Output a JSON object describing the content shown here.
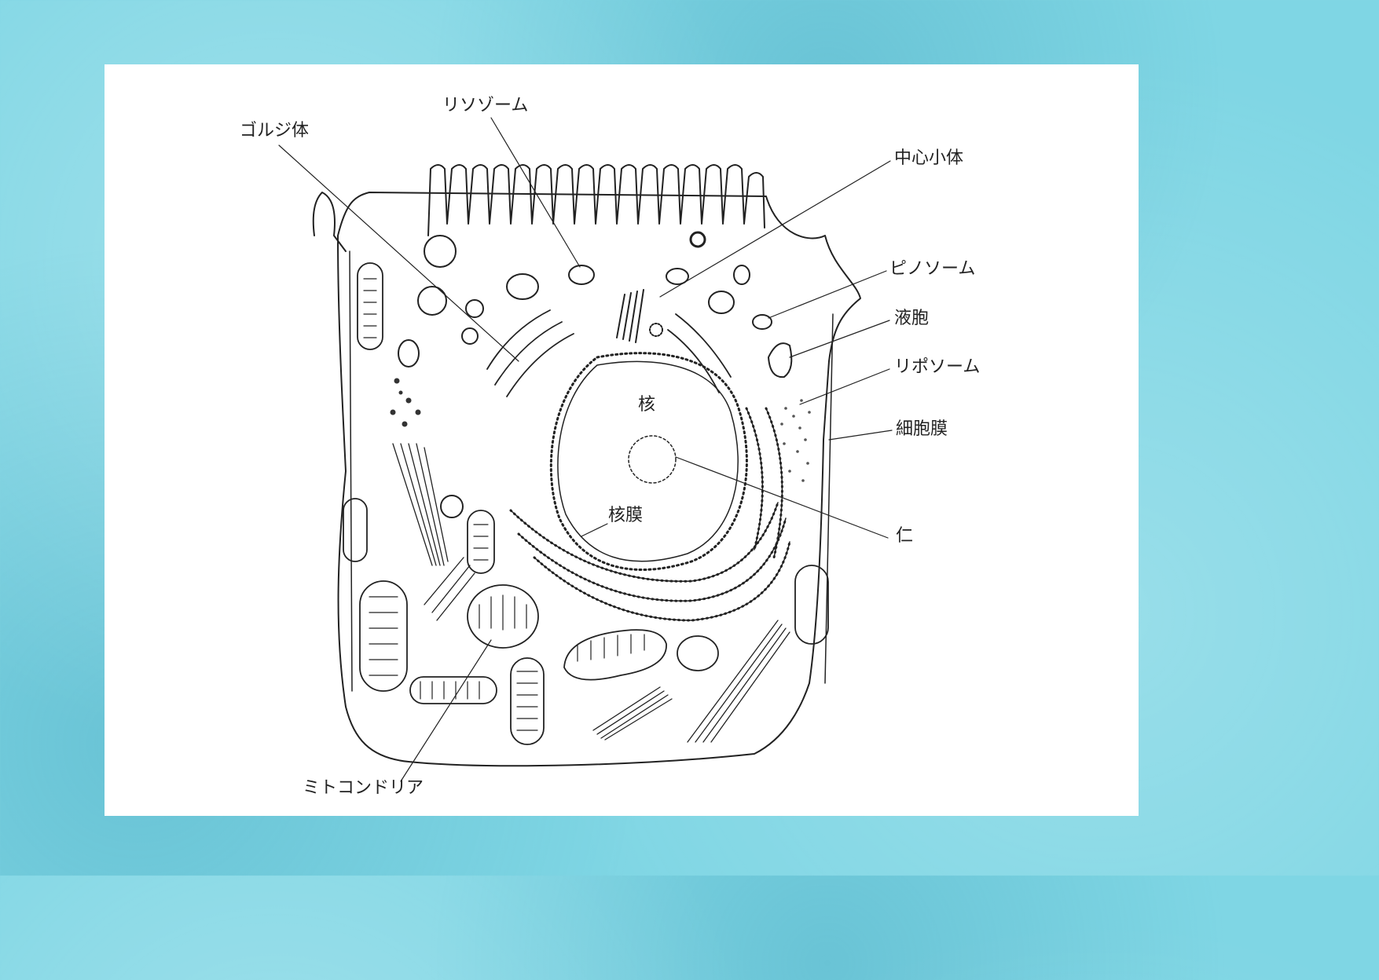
{
  "labels": {
    "golgi": "ゴルジ体",
    "lysosome": "リソゾーム",
    "centriole": "中心小体",
    "pinosome": "ピノソーム",
    "vacuole": "液胞",
    "liposome": "リポソーム",
    "cell_membrane": "細胞膜",
    "nucleolus": "仁",
    "nucleus": "核",
    "nuclear_membrane": "核膜",
    "mitochondria": "ミトコンドリア"
  }
}
